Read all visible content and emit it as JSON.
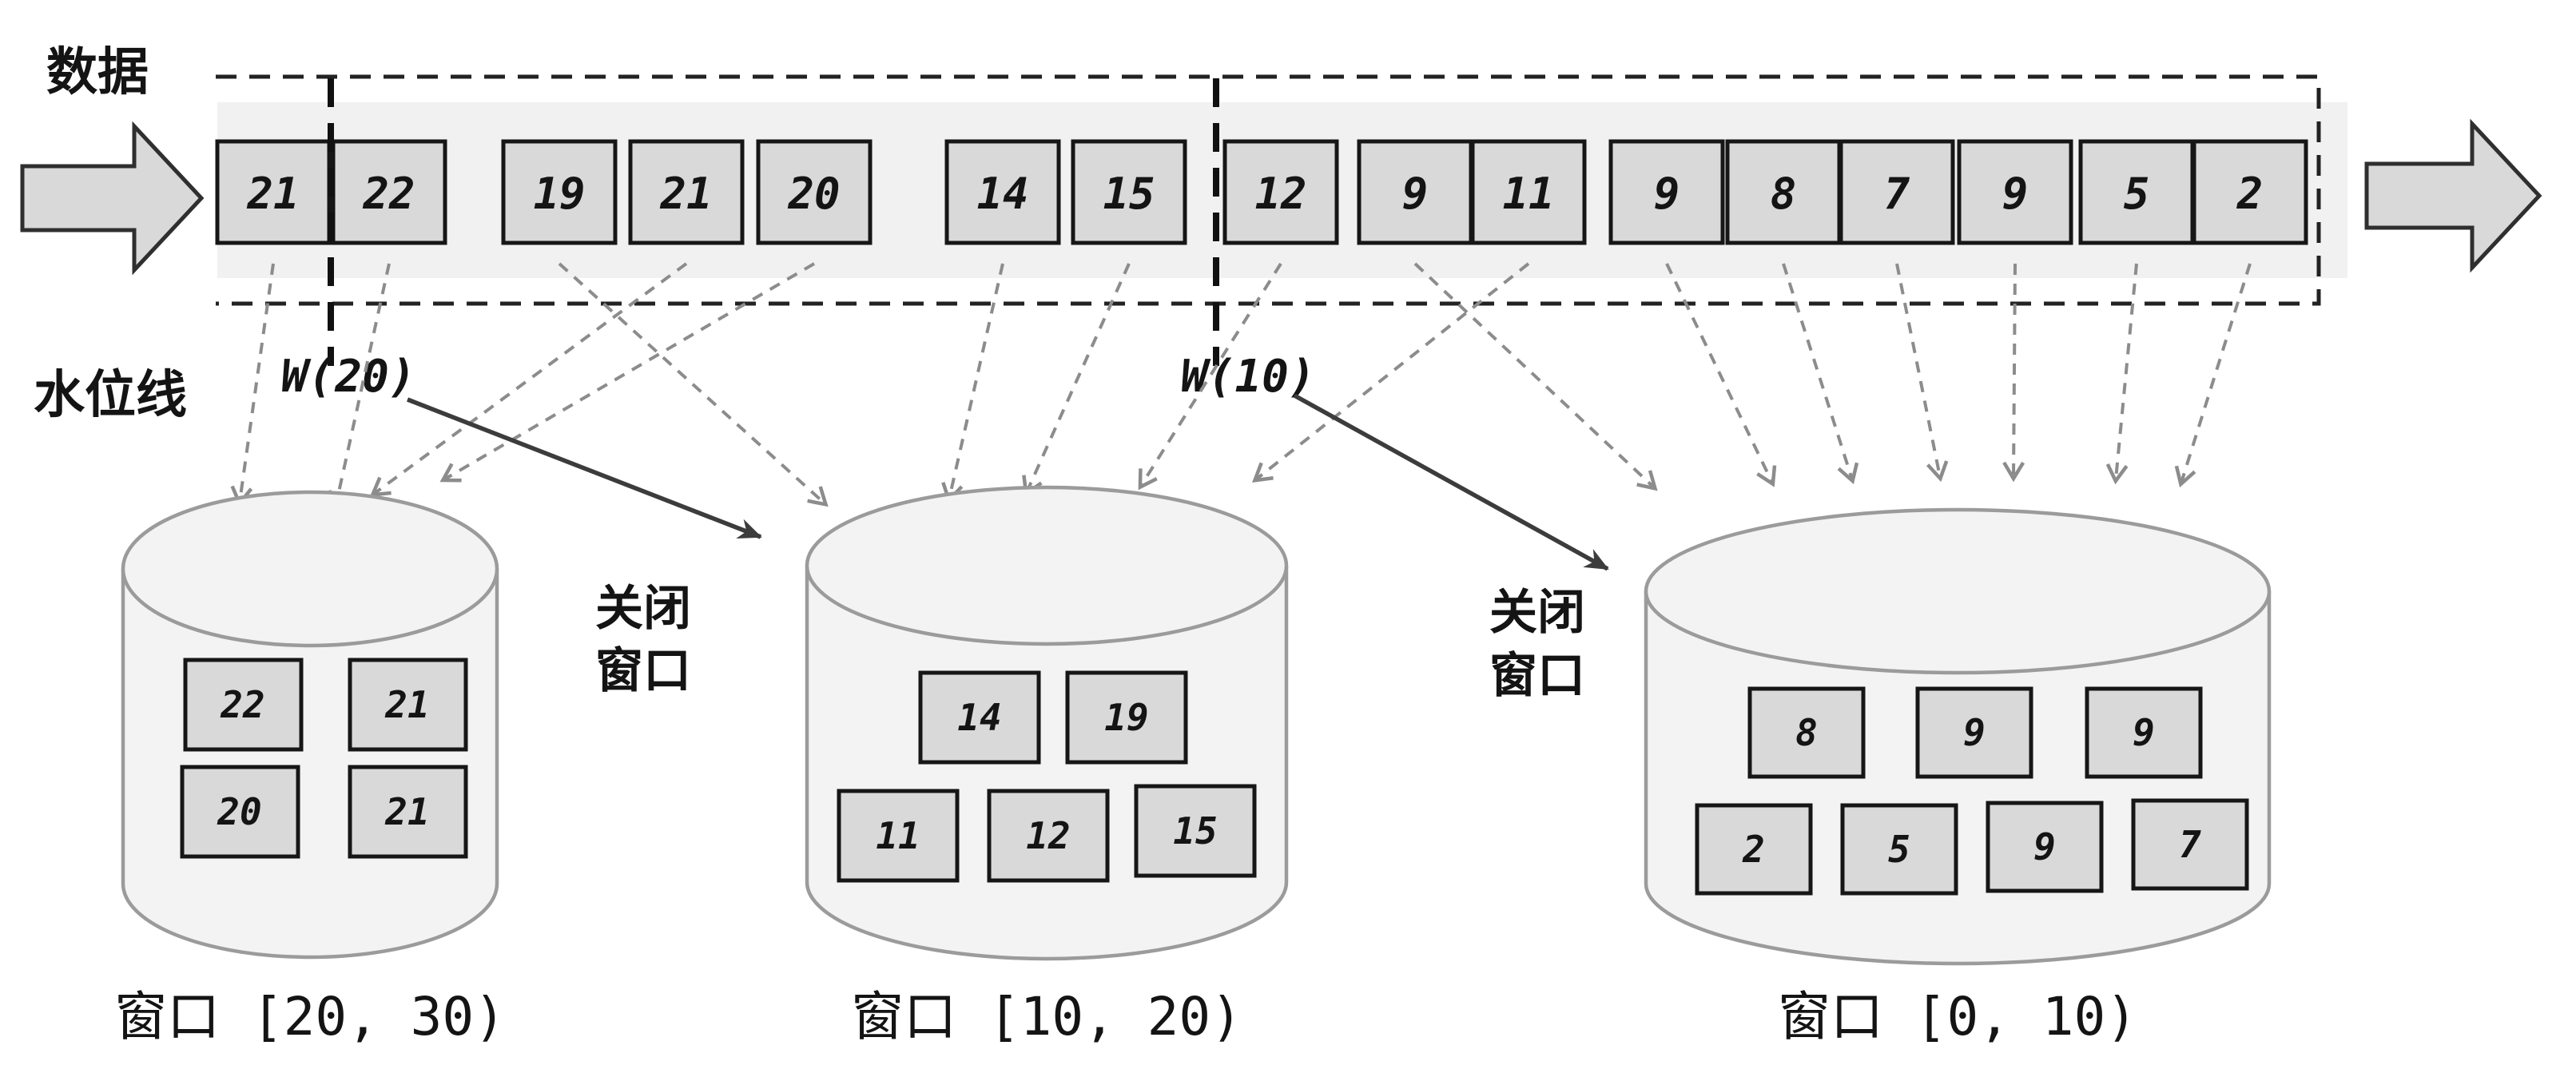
{
  "palette": {
    "band": "#f1f1f1",
    "event_box_fill": "#d9d9d9",
    "cylinder_fill": "#f3f3f3",
    "ink": "#141414",
    "dashed_arrow_gray": "#8c8c8c"
  },
  "stream": {
    "label": "数据",
    "values": [
      "21",
      "22",
      "19",
      "21",
      "20",
      "14",
      "15",
      "12",
      "9",
      "11",
      "9",
      "8",
      "7",
      "9",
      "5",
      "2"
    ]
  },
  "watermark": {
    "axis_label": "水位线",
    "marks": [
      "W(20)",
      "W(10)"
    ]
  },
  "close_window": {
    "line1": "关闭",
    "line2": "窗口"
  },
  "windows": [
    {
      "title": "窗口 [20, 30)",
      "values": [
        "22",
        "21",
        "20",
        "21"
      ]
    },
    {
      "title": "窗口 [10, 20)",
      "values": [
        "14",
        "19",
        "11",
        "12",
        "15"
      ]
    },
    {
      "title": "窗口 [0, 10)",
      "values": [
        "8",
        "9",
        "9",
        "2",
        "5",
        "9",
        "7"
      ]
    }
  ]
}
